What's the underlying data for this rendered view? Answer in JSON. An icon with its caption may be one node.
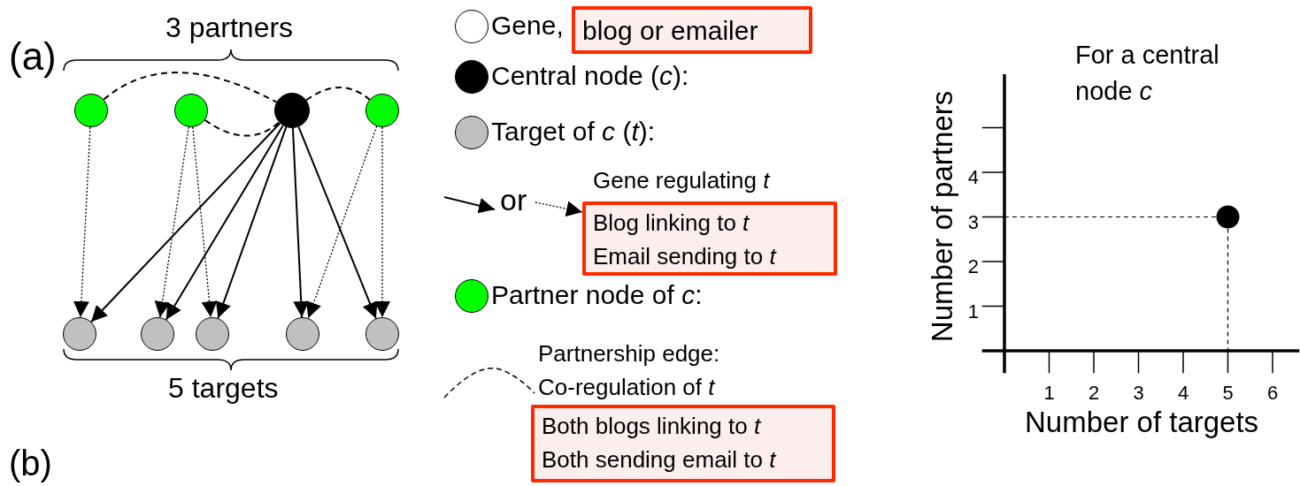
{
  "diagram": {
    "nodes": [
      {
        "text": [],
        "shape": "circle"
      },
      {
        "text": [],
        "shape": "circle"
      },
      {
        "text": [],
        "shape": "circle"
      },
      {
        "text": [],
        "shape": "circle"
      },
      {
        "text": [],
        "shape": "circle"
      },
      {
        "text": [],
        "shape": "circle"
      },
      {
        "text": [],
        "shape": "circle"
      },
      {
        "text": [],
        "shape": "circle"
      },
      {
        "text": [],
        "shape": "circle"
      },
      {
        "text": [
          "blog or emailer"
        ]
      },
      {
        "text": [
          "Blog linking to *t*",
          "Email sending to *t*"
        ]
      },
      {
        "text": [
          "Both blogs linking to *t*",
          "Both sending email to *t*"
        ]
      },
      {
        "text": [
          "or"
        ]
      }
    ],
    "edges": [
      {
        "from": 0,
        "to": 2,
        "arrow": "none",
        "style": "dashed"
      },
      {
        "from": 1,
        "to": 2,
        "arrow": "none",
        "style": "dashed"
      },
      {
        "from": 2,
        "to": 3,
        "arrow": "none",
        "style": "dashed"
      },
      {
        "from": 0,
        "to": 4,
        "arrow": "to",
        "style": "dashed"
      },
      {
        "from": 1,
        "to": 5,
        "arrow": "to",
        "style": "dashed"
      },
      {
        "from": 1,
        "to": 6,
        "arrow": "to",
        "style": "dashed"
      },
      {
        "from": 3,
        "to": 7,
        "arrow": "to",
        "style": "dashed"
      },
      {
        "from": 3,
        "to": 8,
        "arrow": "to",
        "style": "dashed"
      },
      {
        "from": 2,
        "to": 4,
        "arrow": "to"
      },
      {
        "from": 2,
        "to": 5,
        "arrow": "to"
      },
      {
        "from": 2,
        "to": 6,
        "arrow": "to"
      },
      {
        "from": 2,
        "to": 7,
        "arrow": "to"
      },
      {
        "from": 2,
        "to": 8,
        "arrow": "to"
      },
      {
        "from": 12,
        "to": 10,
        "arrow": "to",
        "style": "dashed"
      },
      {
        "from": null,
        "to": 12,
        "arrow": "to"
      }
    ],
    "labels": [
      "(a)",
      "3 partners",
      "5 targets",
      "(b)"
    ],
    "legend": [
      {
        "text": "Gene,",
        "color": "#ffffff"
      },
      {
        "text": "Central node (*c*):",
        "color": "#000000"
      },
      {
        "text": "Target of *c* (*t*):",
        "color": "#c0c0c0"
      },
      {
        "text": "Gene regulating *t*"
      },
      {
        "text": "Partner node of *c*:",
        "color": "#00ff00"
      },
      {
        "text": "Partnership edge: Co-regulation of *t*"
      }
    ],
    "chart_data": {
      "type": "scatter",
      "title": "For a central node *c*",
      "xlabel": "Number of targets",
      "ylabel": "Number of partners",
      "x": [
        5
      ],
      "series": [
        {
          "color": "#000000",
          "values": [
            3
          ]
        }
      ],
      "xlim": [
        -0.5,
        6.6
      ],
      "ylim": [
        -0.5,
        6.2
      ],
      "xticks": [
        1,
        2,
        3,
        4,
        5,
        6
      ],
      "yticks": [
        1,
        2,
        3,
        4
      ],
      "ref_lines": [
        {
          "axis": "y",
          "value": 3
        },
        {
          "axis": "x",
          "value": 5
        }
      ]
    }
  }
}
